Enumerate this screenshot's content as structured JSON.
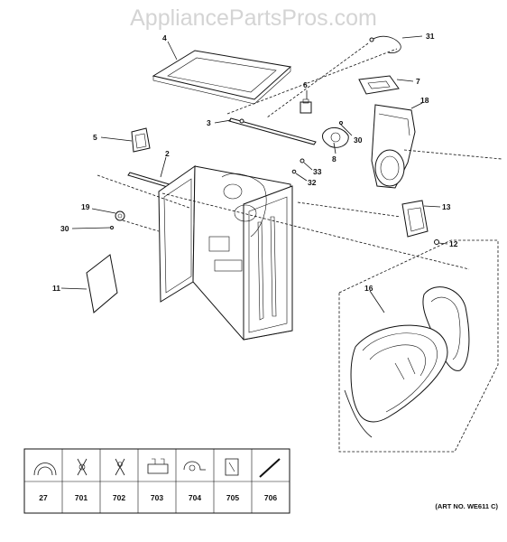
{
  "watermark": "AppliancePartsPros.com",
  "art_number": "(ART NO. WE611 C)",
  "callouts": {
    "c31": "31",
    "c4": "4",
    "c7": "7",
    "c6": "6",
    "c18": "18",
    "c3": "3",
    "c30a": "30",
    "c5": "5",
    "c8": "8",
    "c2": "2",
    "c33": "33",
    "c32": "32",
    "c19": "19",
    "c13": "13",
    "c30b": "30",
    "c12": "12",
    "c11": "11",
    "c16": "16"
  },
  "hardware_table": {
    "codes": [
      "27",
      "701",
      "702",
      "703",
      "704",
      "705",
      "706"
    ]
  }
}
